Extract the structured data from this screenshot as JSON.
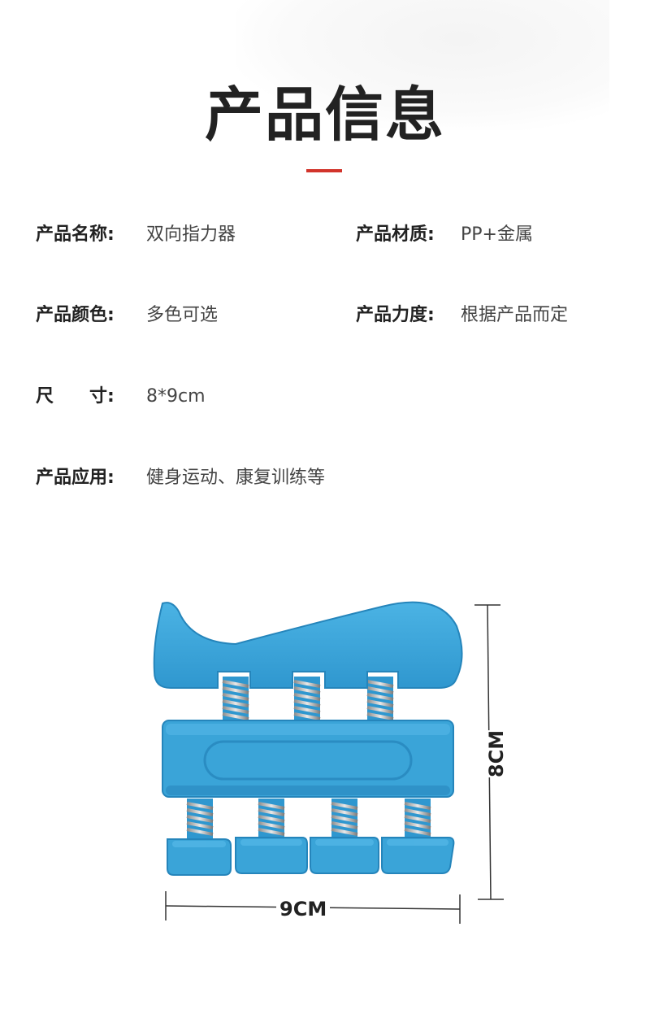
{
  "title": "产品信息",
  "specs": {
    "name_label": "产品名称:",
    "name_value": "双向指力器",
    "material_label": "产品材质:",
    "material_value": "PP+金属",
    "color_label": "产品颜色:",
    "color_value": "多色可选",
    "strength_label": "产品力度:",
    "strength_value": "根据产品而定",
    "size_label": "尺　　寸:",
    "size_value": "8*9cm",
    "usage_label": "产品应用:",
    "usage_value": "健身运动、康复训练等"
  },
  "dimensions": {
    "width_label": "9CM",
    "height_label": "8CM"
  },
  "colors": {
    "accent_bar": "#d2342b",
    "product_blue": "#3aa4d8"
  }
}
